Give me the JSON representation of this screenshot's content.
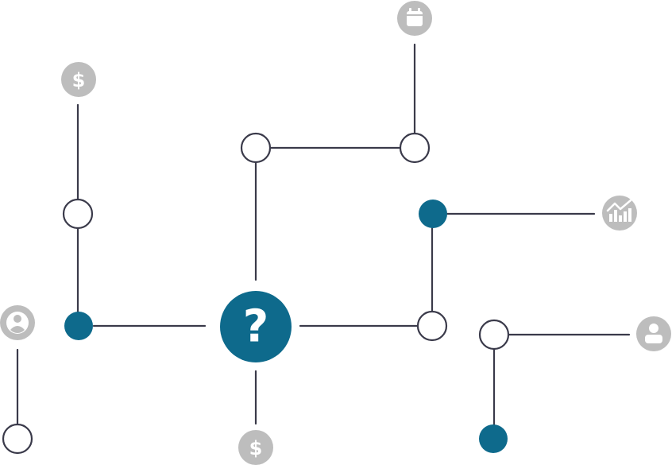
{
  "hub": {
    "glyph": "?",
    "color": "#0e6a8c"
  },
  "colors": {
    "line": "#3a3a4a",
    "filled_node": "#0e6a8c",
    "icon_badge": "#bdbdbd",
    "icon_glyph": "#ffffff"
  },
  "icons": {
    "dollar_glyph": "$",
    "items": [
      {
        "key": "dollar-top-left",
        "icon": "dollar-icon"
      },
      {
        "key": "calendar-top",
        "icon": "calendar-icon"
      },
      {
        "key": "chart-right",
        "icon": "chart-icon"
      },
      {
        "key": "user-left",
        "icon": "user-icon"
      },
      {
        "key": "user-right",
        "icon": "user-icon"
      },
      {
        "key": "dollar-bottom",
        "icon": "dollar-icon"
      }
    ]
  }
}
